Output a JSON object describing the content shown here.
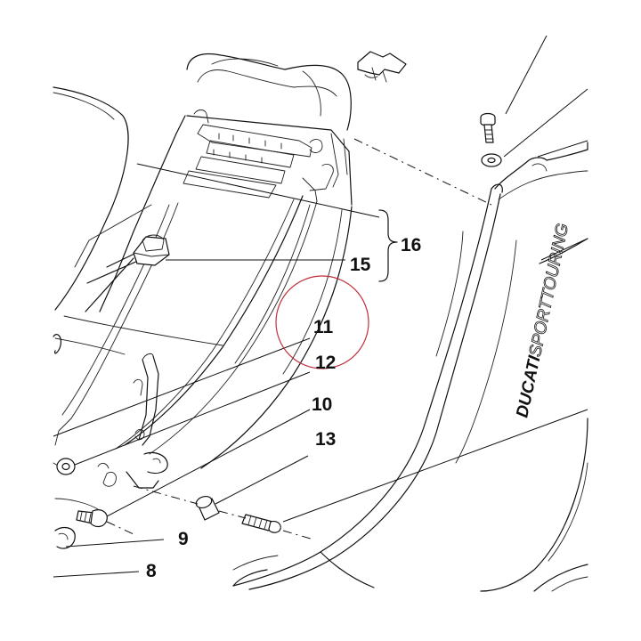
{
  "diagram": {
    "part_labels": {
      "p8": "8",
      "p9": "9",
      "p10": "10",
      "p11": "11",
      "p12": "12",
      "p13": "13",
      "p15": "15",
      "p16": "16"
    },
    "branding": {
      "brand": "DUCATI",
      "model": "SPORTTOURING"
    },
    "highlight_circle_color": "#c0303a"
  }
}
